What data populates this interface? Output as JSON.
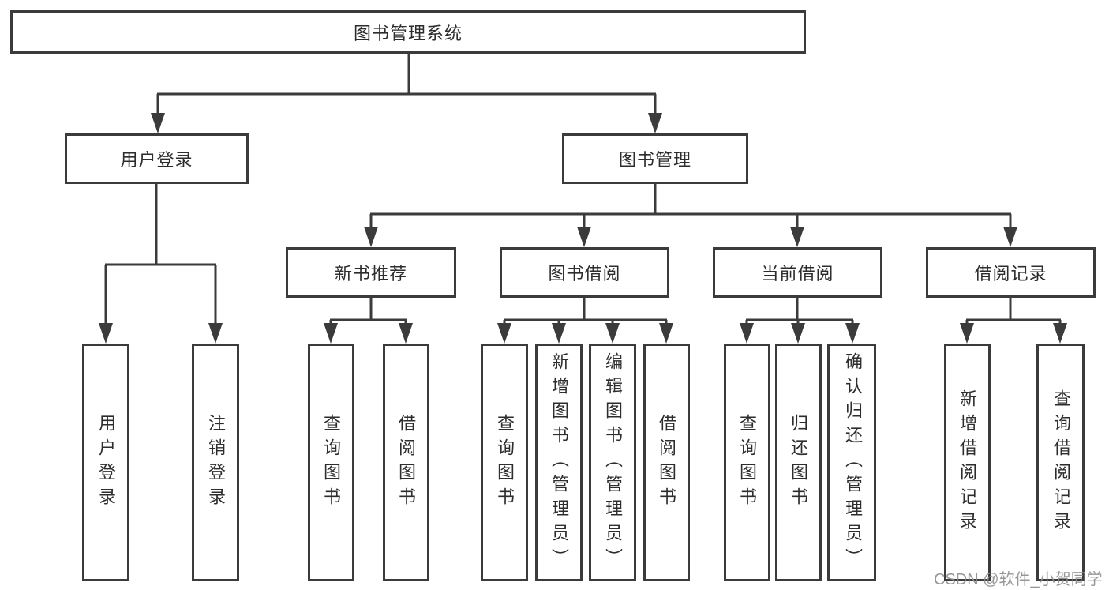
{
  "tree": {
    "root": "图书管理系统",
    "l1": [
      {
        "label": "用户登录",
        "leaves": [
          "用户登录",
          "注销登录"
        ]
      },
      {
        "label": "图书管理",
        "children": [
          {
            "label": "新书推荐",
            "leaves": [
              "查询图书",
              "借阅图书"
            ]
          },
          {
            "label": "图书借阅",
            "leaves": [
              "查询图书",
              "新增图书（管理员）",
              "编辑图书（管理员）",
              "借阅图书"
            ]
          },
          {
            "label": "当前借阅",
            "leaves": [
              "查询图书",
              "归还图书",
              "确认归还（管理员）"
            ]
          },
          {
            "label": "借阅记录",
            "leaves": [
              "新增借阅记录",
              "查询借阅记录"
            ]
          }
        ]
      }
    ]
  },
  "watermark": "CSDN @软件_小贺同学",
  "colors": {
    "line": "#3b3b3b",
    "box_border": "#3b3b3b",
    "box_fill": "#ffffff",
    "text": "#2d2d2d",
    "watermark": "#8c8c8c"
  }
}
